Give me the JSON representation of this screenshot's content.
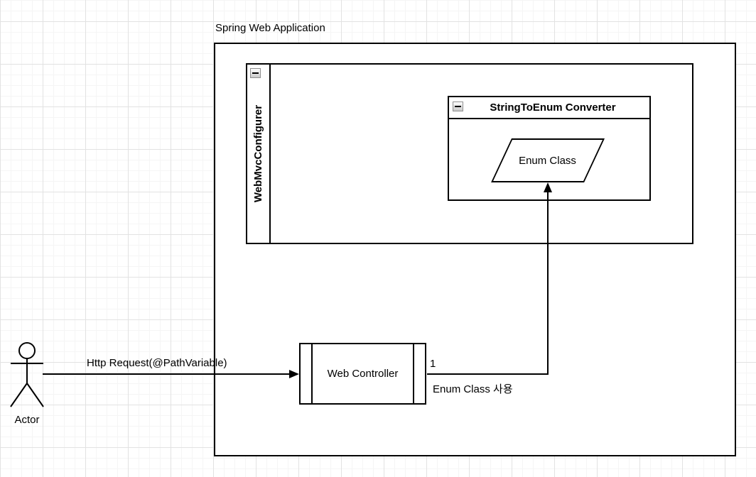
{
  "diagram": {
    "title": "Spring Web Application",
    "containers": {
      "webmvc": {
        "label": "WebMvcConfigurer"
      },
      "converter": {
        "label": "StringToEnum Converter"
      }
    },
    "nodes": {
      "enum_class": {
        "label": "Enum Class",
        "shape": "parallelogram"
      },
      "web_controller": {
        "label": "Web Controller",
        "shape": "process"
      },
      "actor": {
        "label": "Actor",
        "shape": "stick-figure"
      }
    },
    "edges": {
      "request": {
        "label": "Http Request(@PathVariable)",
        "from": "actor",
        "to": "web_controller"
      },
      "usage": {
        "cardinality": "1",
        "label": "Enum Class 사용",
        "from": "web_controller",
        "to": "enum_class"
      }
    },
    "icons": {
      "collapse": "minus"
    },
    "colors": {
      "stroke": "#000000",
      "background": "#ffffff",
      "grid_minor": "#f5f5f5",
      "grid_major": "#e2e2e2",
      "collapse_btn_border": "#909090"
    }
  }
}
